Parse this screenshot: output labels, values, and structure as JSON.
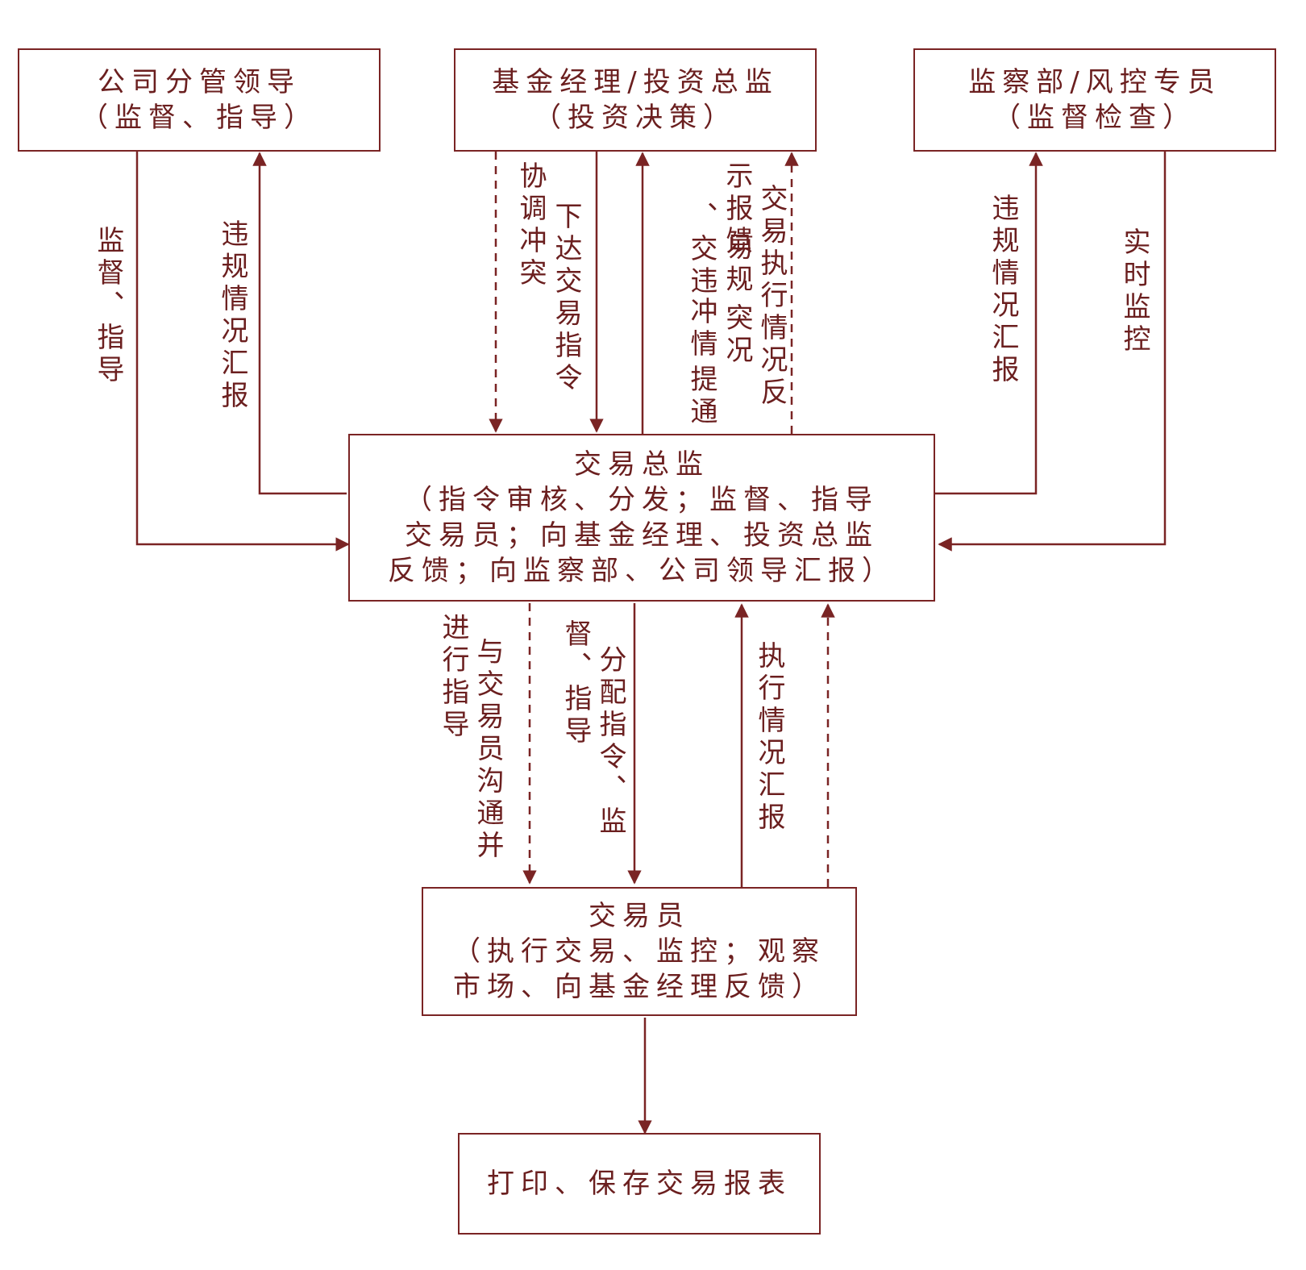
{
  "colors": {
    "line": "#7a2424",
    "text": "#6b1f1f",
    "background": "#ffffff"
  },
  "nodes": {
    "leader": {
      "line1": "公司分管领导",
      "line2": "（监督、指导）"
    },
    "manager": {
      "line1": "基金经理/投资总监",
      "line2": "（投资决策）"
    },
    "compliance": {
      "line1": "监察部/风控专员",
      "line2": "（监督检查）"
    },
    "trading_director": {
      "line1": "交易总监",
      "line2": "（指令审核、分发；监督、指导",
      "line3": "交易员；向基金经理、投资总监",
      "line4": "反馈；向监察部、公司领导汇报）"
    },
    "trader": {
      "line1": "交易员",
      "line2": "（执行交易、监控；观察",
      "line3": "市场、向基金经理反馈）"
    },
    "report": {
      "line1": "打印、保存交易报表"
    }
  },
  "edge_labels": {
    "leader_down": "监督、指导",
    "leader_up": "违规情况汇报",
    "coordinate": "协调冲突",
    "issue_order": "下达交易指令",
    "violation_notice_a": "示报馈",
    "violation_notice_b": "、交违",
    "violation_notice_c": "易规",
    "violation_notice_d": "冲情",
    "violation_notice_e": "突况",
    "violation_notice_f": "提通",
    "exec_feedback": "交易执行情况反",
    "compliance_up": "违规情况汇报",
    "compliance_down": "实时监控",
    "communicate_a": "进行指导",
    "communicate_b": "与交易员沟通并",
    "assign_a": "督、指导",
    "assign_b": "分配指令、监",
    "exec_report": "执行情况汇报"
  }
}
